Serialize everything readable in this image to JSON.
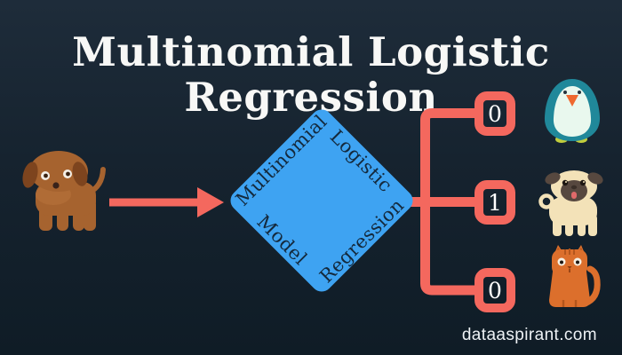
{
  "title": {
    "line1": "Multinomial Logistic",
    "line2": "Regression"
  },
  "input": {
    "animal": "dog"
  },
  "model": {
    "shape": "diamond",
    "labels": {
      "top_left": "Multinomial",
      "top_right": "Logistic",
      "bottom_left": "Model",
      "bottom_right": "Regression"
    }
  },
  "outputs": [
    {
      "value": "0",
      "animal": "penguin"
    },
    {
      "value": "1",
      "animal": "pug"
    },
    {
      "value": "0",
      "animal": "cat"
    }
  ],
  "watermark": "dataaspirant.com",
  "colors": {
    "background_top": "#1e2c3a",
    "background_bottom": "#0f1c26",
    "accent_salmon": "#f4685e",
    "diamond_blue": "#3ea3f2",
    "diamond_text": "#14293c",
    "title_text": "#f8f8f6",
    "penguin_teal": "#20889a",
    "pug_cream": "#f3e2b8",
    "cat_orange": "#dc6f2c",
    "dog_brown": "#a6632f"
  }
}
